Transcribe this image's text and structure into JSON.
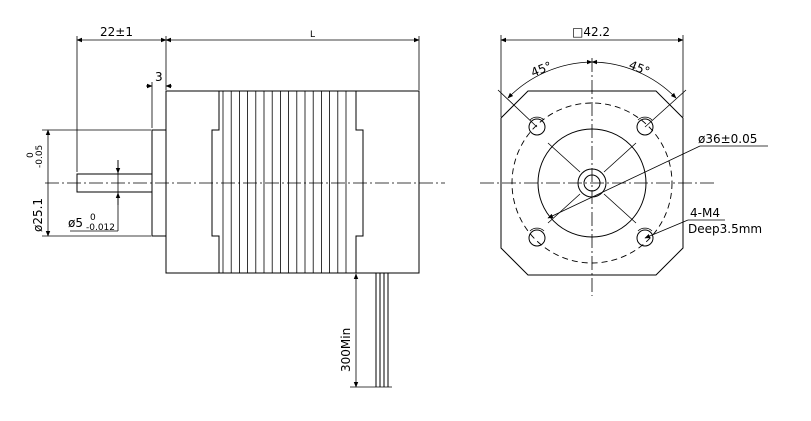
{
  "side_view": {
    "shaft_extension": "22±1",
    "body_length": "L",
    "flange_thickness": "3",
    "boss_diameter": "ø25.1",
    "boss_tol_upper": "0",
    "boss_tol_lower": "-0.05",
    "shaft_diameter": "ø5",
    "shaft_tol_upper": "0",
    "shaft_tol_lower": "-0.012",
    "lead_length": "300Min"
  },
  "front_view": {
    "width": "□42.2",
    "angle_left": "45°",
    "angle_right": "45°",
    "pilot_diameter": "ø36±0.05",
    "thread": "4-M4",
    "thread_depth": "Deep3.5mm"
  }
}
